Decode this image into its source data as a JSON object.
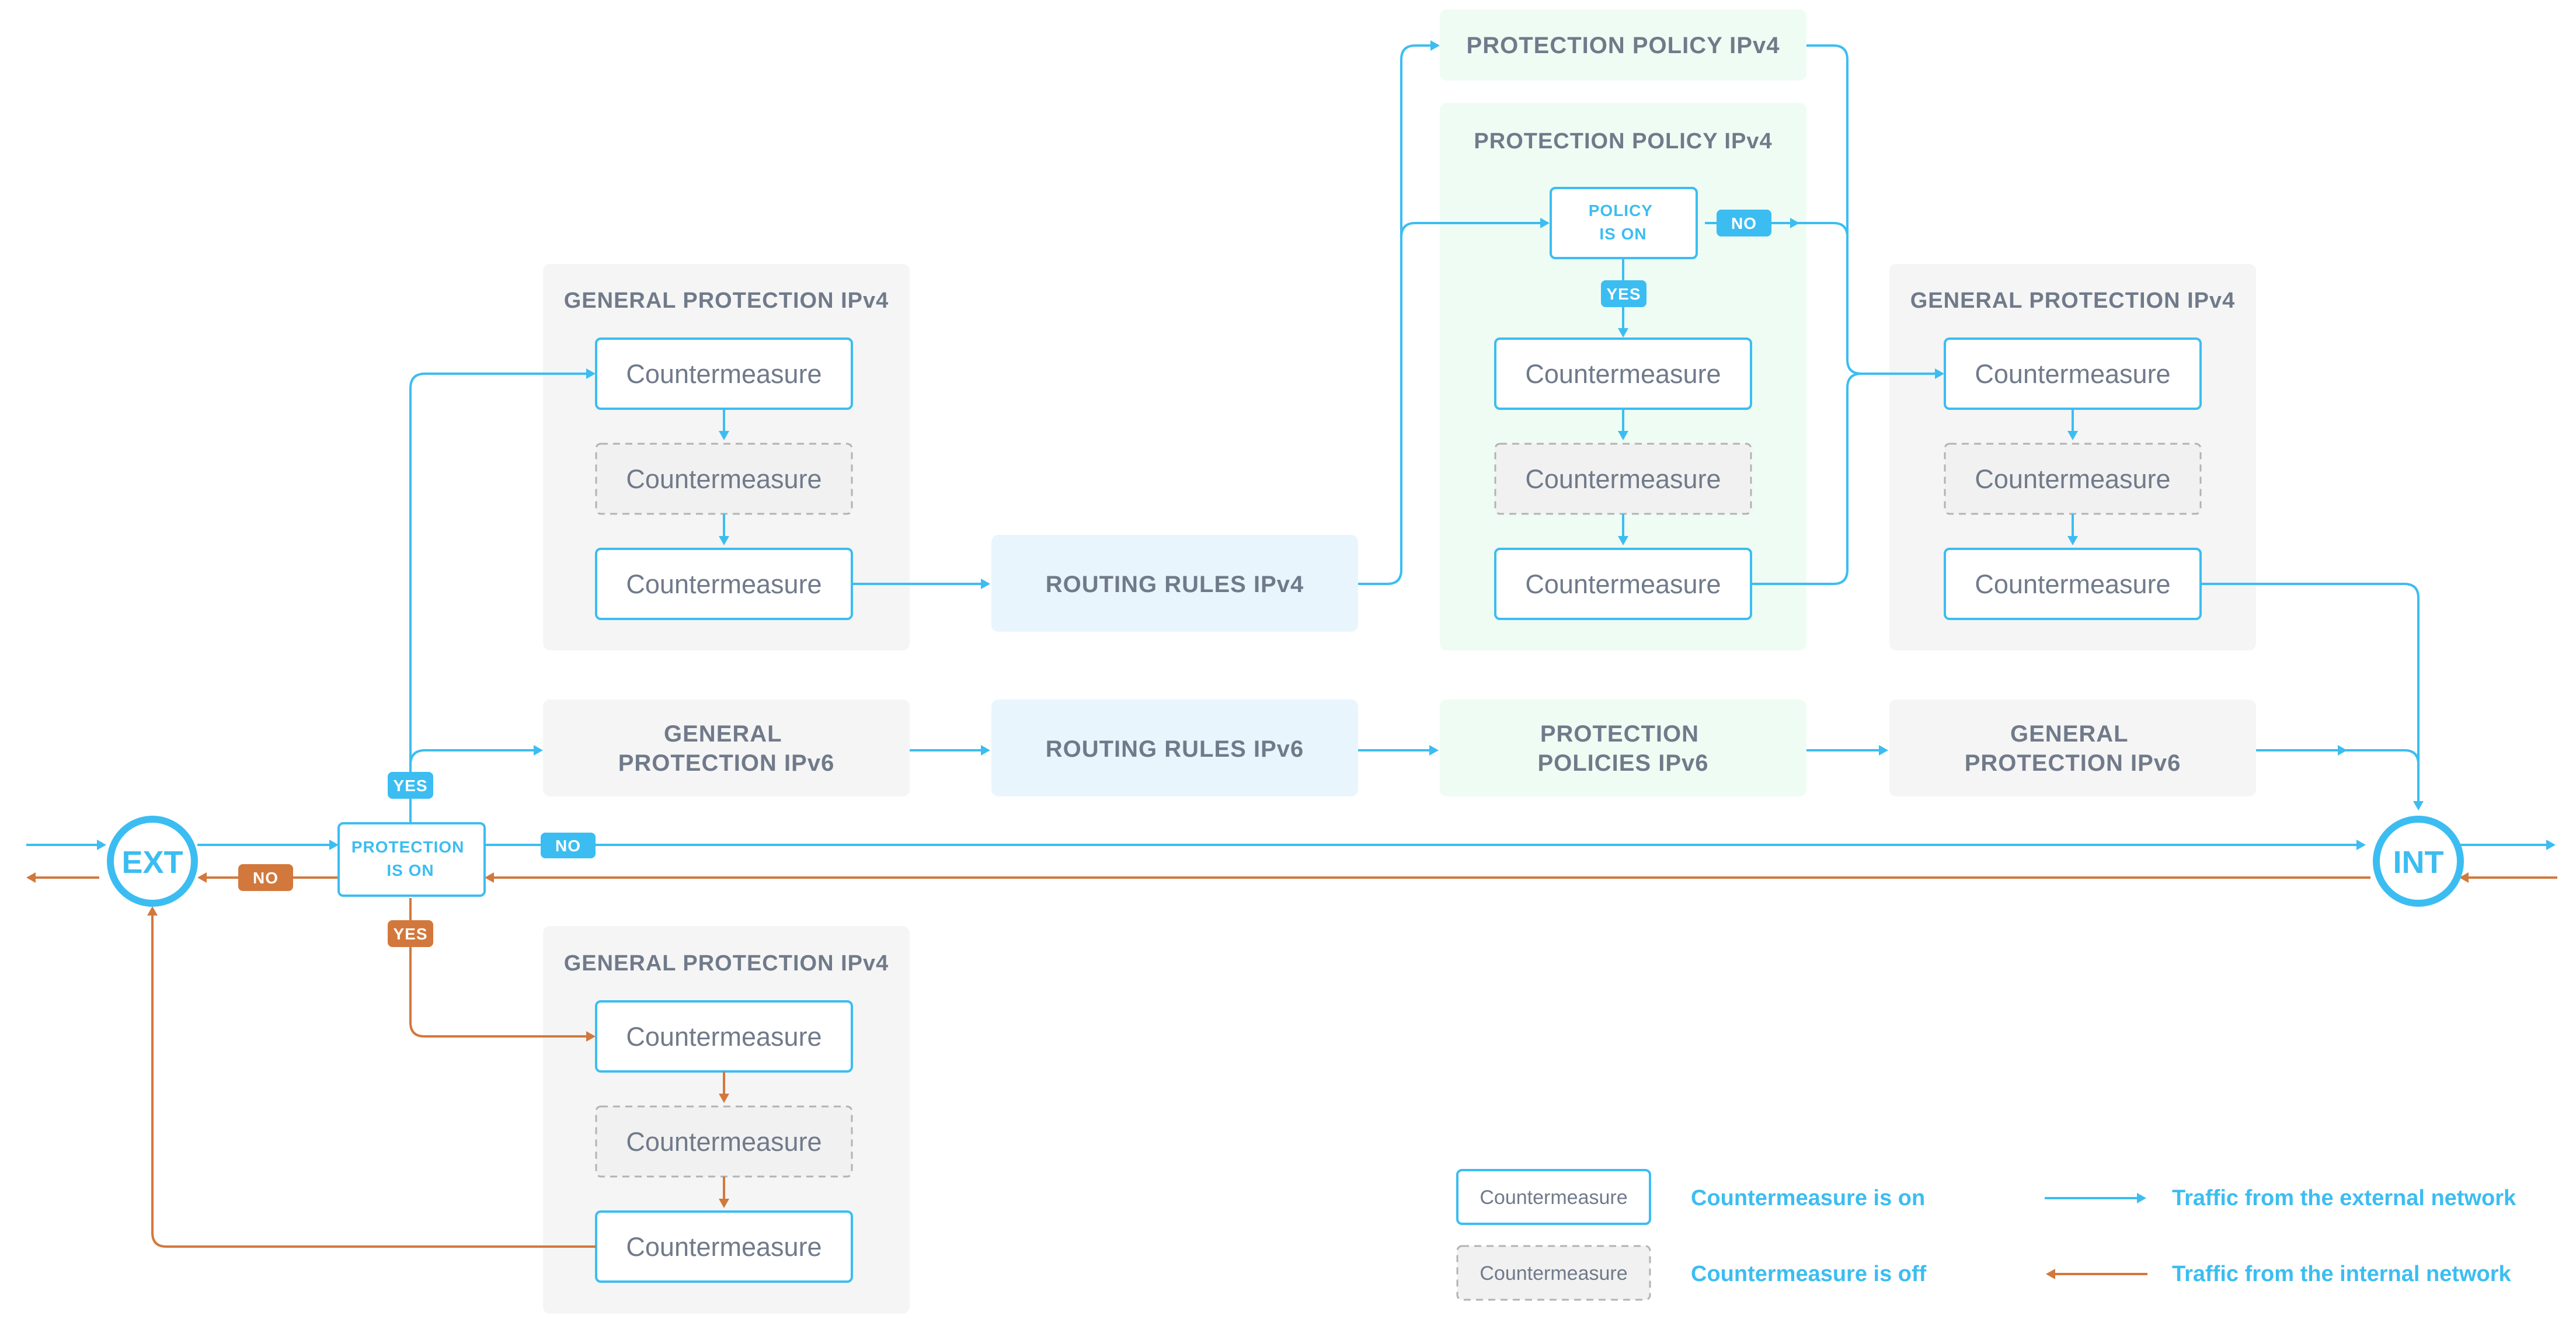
{
  "colors": {
    "external_traffic": "#3cbdf1",
    "internal_traffic": "#d2783c",
    "general_group": "#f5f5f5",
    "routing_group": "#e9f5fd",
    "policy_group": "#effcf4"
  },
  "terminals": {
    "ext": "EXT",
    "int": "INT"
  },
  "decisions": {
    "protection_line1": "PROTECTION",
    "protection_line2": "IS ON",
    "policy_line1": "POLICY",
    "policy_line2": "IS ON"
  },
  "tags": {
    "yes": "YES",
    "no": "NO"
  },
  "groups": {
    "general_ipv4_top": "GENERAL PROTECTION IPv4",
    "general_ipv4_bottom": "GENERAL PROTECTION IPv4",
    "general_ipv4_right": "GENERAL PROTECTION IPv4",
    "routing_ipv4": "ROUTING RULES IPv4",
    "policy_ipv4_single": "PROTECTION POLICY IPv4",
    "policy_ipv4_group": "PROTECTION POLICY IPv4",
    "general_ipv6_left_line1": "GENERAL",
    "general_ipv6_left_line2": "PROTECTION IPv6",
    "routing_ipv6": "ROUTING RULES IPv6",
    "policies_ipv6_line1": "PROTECTION",
    "policies_ipv6_line2": "POLICIES IPv6",
    "general_ipv6_right_line1": "GENERAL",
    "general_ipv6_right_line2": "PROTECTION IPv6"
  },
  "countermeasure_label": "Countermeasure",
  "legend": {
    "sample_on": "Countermeasure",
    "sample_off": "Countermeasure",
    "on": "Countermeasure is on",
    "off": "Countermeasure is off",
    "external": "Traffic from the external network",
    "internal": "Traffic from the internal network"
  }
}
